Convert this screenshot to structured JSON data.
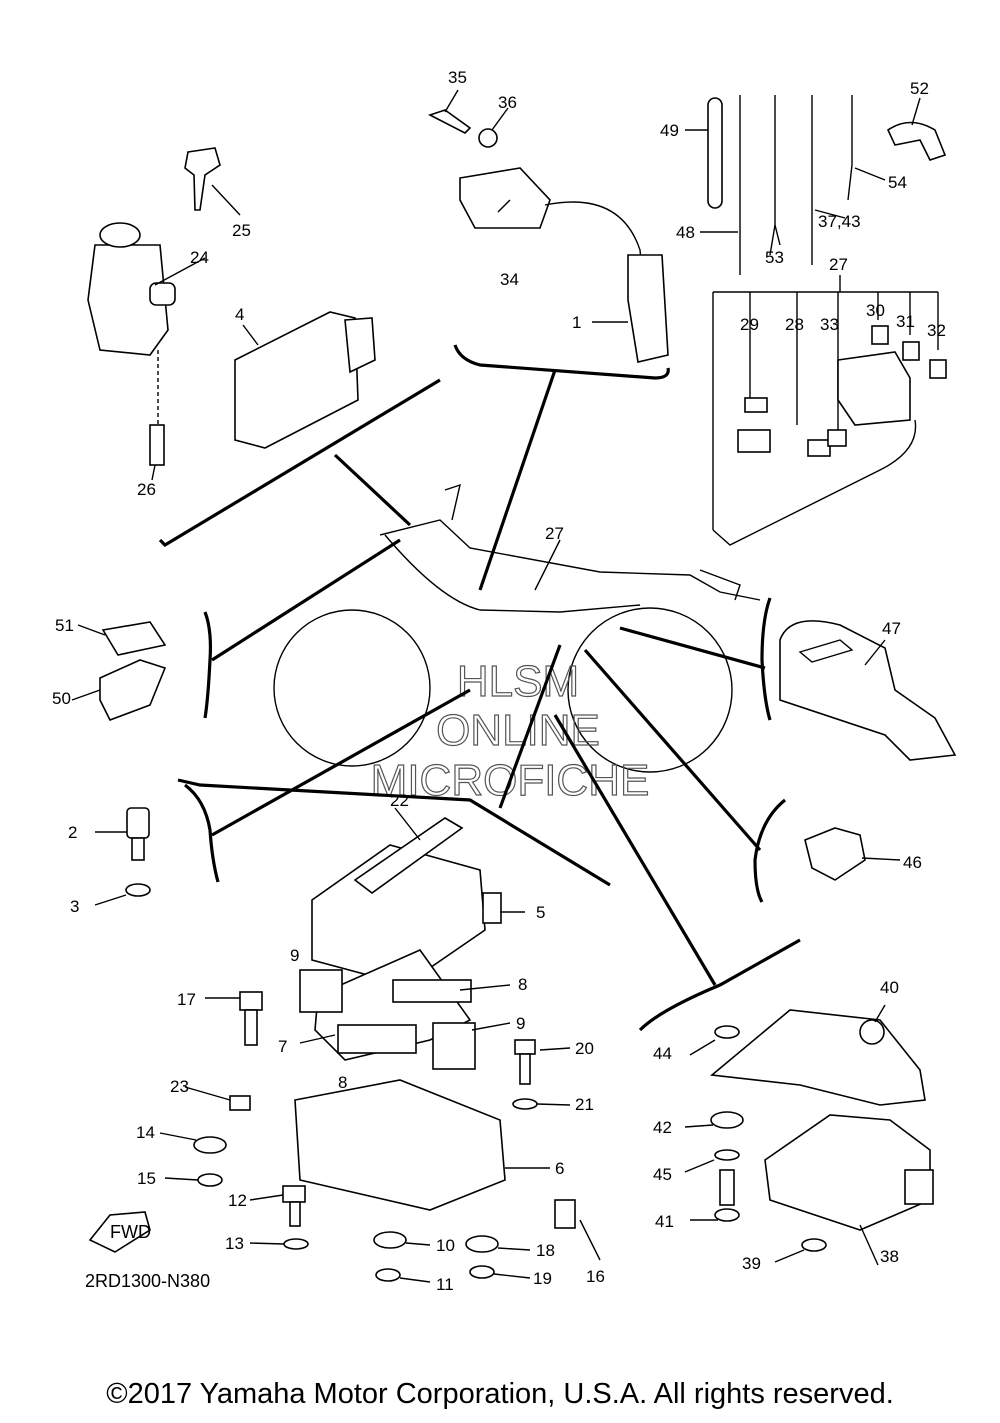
{
  "diagram_code": "2RD1300-N380",
  "fwd_label": "FWD",
  "copyright": "©2017 Yamaha Motor Corporation, U.S.A. All rights reserved.",
  "watermark": [
    "HLSM",
    "ONLINE",
    "MICROFICHE"
  ],
  "callouts": [
    "1",
    "2",
    "3",
    "4",
    "5",
    "6",
    "7",
    "8",
    "9",
    "10",
    "11",
    "12",
    "13",
    "14",
    "15",
    "16",
    "17",
    "18",
    "19",
    "20",
    "21",
    "22",
    "23",
    "24",
    "25",
    "26",
    "27",
    "28",
    "29",
    "30",
    "31",
    "32",
    "33",
    "34",
    "35",
    "36",
    "37,43",
    "38",
    "39",
    "40",
    "41",
    "42",
    "44",
    "45",
    "46",
    "47",
    "48",
    "49",
    "50",
    "51",
    "52",
    "53",
    "54"
  ]
}
